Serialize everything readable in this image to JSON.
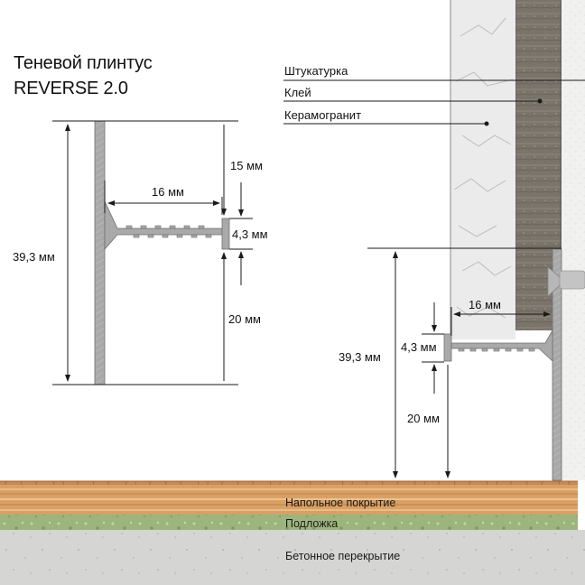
{
  "title": {
    "line1": "Теневой плинтус",
    "line2": "REVERSE 2.0"
  },
  "left_drawing": {
    "total_height": "39,3 мм",
    "top_offset": "15 мм",
    "shelf_width": "16 мм",
    "lip_height": "4,3 мм",
    "bottom_offset": "20 мм"
  },
  "right_drawing": {
    "total_height": "39,3 мм",
    "shelf_width": "16 мм",
    "lip_height": "4,3 мм",
    "bottom_offset": "20 мм"
  },
  "wall_layers": [
    {
      "label": "Штукатурка"
    },
    {
      "label": "Клей"
    },
    {
      "label": "Керамогранит"
    }
  ],
  "floor_layers": [
    {
      "label": "Напольное покрытие",
      "color": "#d9a066"
    },
    {
      "label": "Подложка",
      "color": "#9bb27a"
    },
    {
      "label": "Бетонное перекрытие",
      "color": "#d4d4d2"
    }
  ],
  "colors": {
    "profile": "#a9a9a9",
    "profile_dark": "#6f6f6f",
    "tile": "#ececec",
    "adhesive": "#7d766d",
    "plaster": "#f1f1f0",
    "line": "#1a1a1a"
  }
}
